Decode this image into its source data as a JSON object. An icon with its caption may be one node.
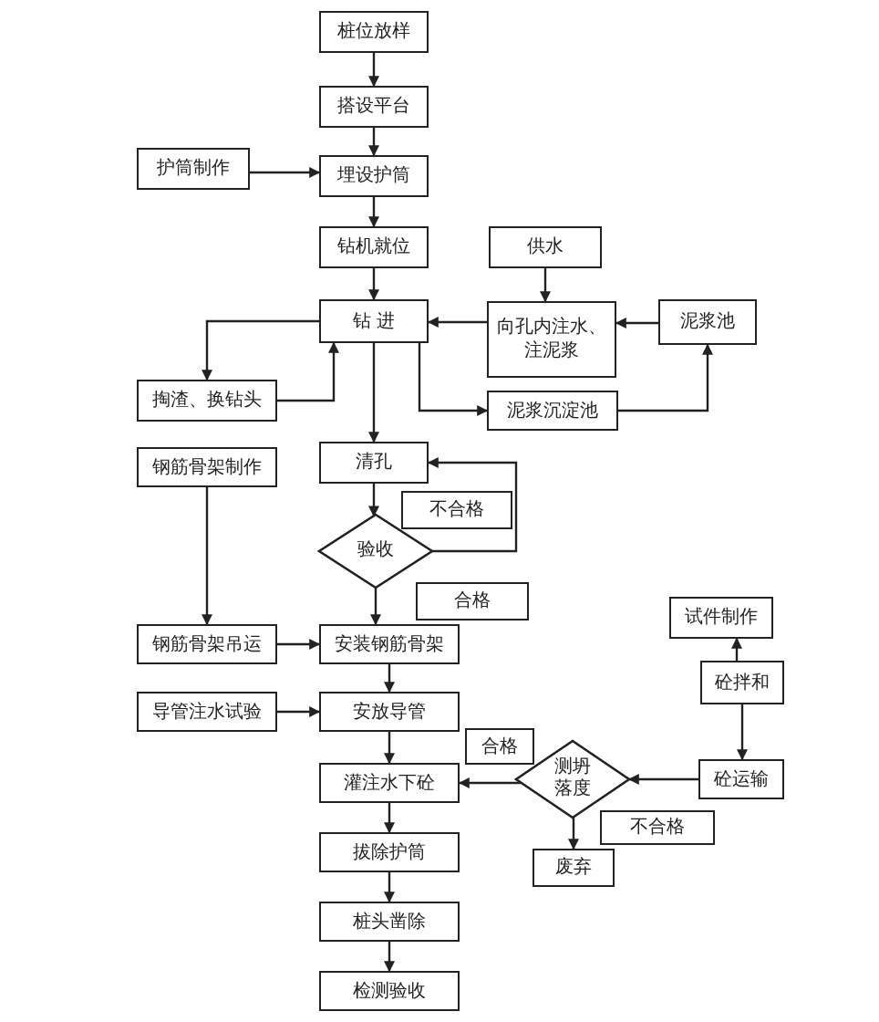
{
  "diagram": {
    "nodes": [
      {
        "text": [
          "桩位放样"
        ]
      },
      {
        "text": [
          "搭设平台"
        ]
      },
      {
        "text": [
          "护筒制作"
        ]
      },
      {
        "text": [
          "埋设护筒"
        ]
      },
      {
        "text": [
          "钻机就位"
        ]
      },
      {
        "text": [
          "供水"
        ]
      },
      {
        "text": [
          "钻 进"
        ]
      },
      {
        "text": [
          "向孔内注水、注泥浆"
        ]
      },
      {
        "text": [
          "泥浆池"
        ]
      },
      {
        "text": [
          "掏渣、换钻头"
        ]
      },
      {
        "text": [
          "泥浆沉淀池"
        ]
      },
      {
        "text": [
          "钢筋骨架制作"
        ]
      },
      {
        "text": [
          "清孔"
        ]
      },
      {
        "text": [
          "不合格"
        ]
      },
      {
        "text": [
          "验收"
        ]
      },
      {
        "text": [
          "合格"
        ]
      },
      {
        "text": [
          "钢筋骨架吊运"
        ]
      },
      {
        "text": [
          "安装钢筋骨架"
        ]
      },
      {
        "text": [
          "试件制作"
        ]
      },
      {
        "text": [
          "砼拌和"
        ]
      },
      {
        "text": [
          "导管注水试验"
        ]
      },
      {
        "text": [
          "安放导管"
        ]
      },
      {
        "text": [
          "合格"
        ]
      },
      {
        "text": [
          "测坍落度"
        ]
      },
      {
        "text": [
          "灌注水下砼"
        ]
      },
      {
        "text": [
          "砼运输"
        ]
      },
      {
        "text": [
          "不合格"
        ]
      },
      {
        "text": [
          "废弃"
        ]
      },
      {
        "text": [
          "拔除护筒"
        ]
      },
      {
        "text": [
          "桩头凿除"
        ]
      },
      {
        "text": [
          "检测验收"
        ]
      }
    ],
    "edges": [
      {
        "from": 0,
        "to": 1,
        "arrow": "to"
      },
      {
        "from": 1,
        "to": 3,
        "arrow": "to"
      },
      {
        "from": 2,
        "to": 3,
        "arrow": "to"
      },
      {
        "from": 3,
        "to": 4,
        "arrow": "to"
      },
      {
        "from": 4,
        "to": 6,
        "arrow": "to"
      },
      {
        "from": 5,
        "to": 7,
        "arrow": "to"
      },
      {
        "from": 8,
        "to": 7,
        "arrow": "to"
      },
      {
        "from": 7,
        "to": 6,
        "arrow": "to"
      },
      {
        "from": 6,
        "to": 9,
        "arrow": "to"
      },
      {
        "from": 9,
        "to": 6,
        "arrow": "to"
      },
      {
        "from": 6,
        "to": 10,
        "arrow": "to"
      },
      {
        "from": 10,
        "to": 8,
        "arrow": "to"
      },
      {
        "from": 6,
        "to": 12,
        "arrow": "to"
      },
      {
        "from": 12,
        "to": 14,
        "arrow": "to"
      },
      {
        "from": 14,
        "to": 12,
        "arrow": "to"
      },
      {
        "from": 14,
        "to": 17,
        "arrow": "to"
      },
      {
        "from": 11,
        "to": 16,
        "arrow": "to"
      },
      {
        "from": 16,
        "to": 17,
        "arrow": "to"
      },
      {
        "from": 17,
        "to": 21,
        "arrow": "to"
      },
      {
        "from": 20,
        "to": 21,
        "arrow": "to"
      },
      {
        "from": 21,
        "to": 24,
        "arrow": "to"
      },
      {
        "from": 19,
        "to": 18,
        "arrow": "to"
      },
      {
        "from": 19,
        "to": 25,
        "arrow": "to"
      },
      {
        "from": 25,
        "to": 23,
        "arrow": "to"
      },
      {
        "from": 23,
        "to": 24,
        "arrow": "to"
      },
      {
        "from": 23,
        "to": 27,
        "arrow": "to"
      },
      {
        "from": 24,
        "to": 28,
        "arrow": "to"
      },
      {
        "from": 28,
        "to": 29,
        "arrow": "to"
      },
      {
        "from": 29,
        "to": 30,
        "arrow": "to"
      }
    ]
  }
}
